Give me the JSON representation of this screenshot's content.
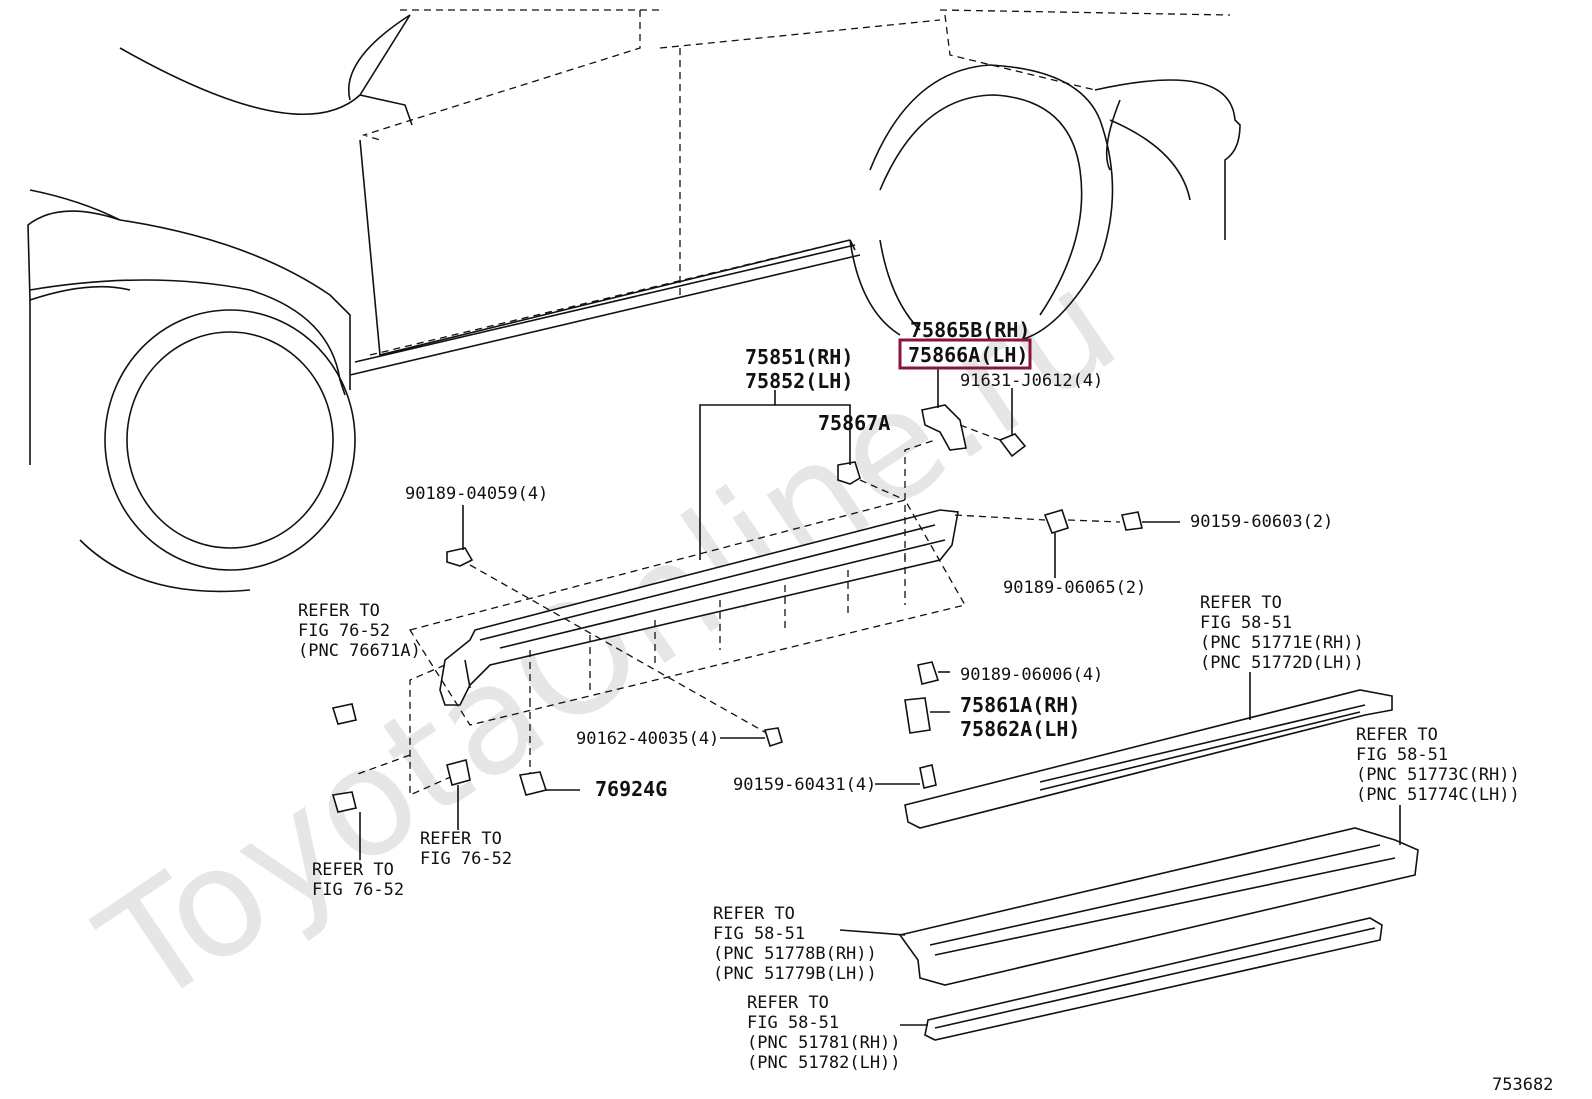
{
  "watermark": "ToyotaOnline.ru",
  "figure_number": "753682",
  "highlight_color": "#8a1538",
  "labels": {
    "p75865B": "75865B(RH)",
    "p75866A": "75866A(LH)",
    "p91631": "91631-J0612(4)",
    "p75851": "75851(RH)",
    "p75852": "75852(LH)",
    "p75867A": "75867A",
    "p90189_04059": "90189-04059(4)",
    "p90159_60603": "90159-60603(2)",
    "p90189_06065": "90189-06065(2)",
    "ref_76_52_a": [
      "REFER TO",
      "FIG 76-52",
      "(PNC 76671A)"
    ],
    "ref_58_51_a": [
      "REFER TO",
      "FIG 58-51",
      "(PNC 51771E(RH))",
      "(PNC 51772D(LH))"
    ],
    "p90189_06006": "90189-06006(4)",
    "p75861A": "75861A(RH)",
    "p75862A": "75862A(LH)",
    "p90162_40035": "90162-40035(4)",
    "ref_58_51_b": [
      "REFER TO",
      "FIG 58-51",
      "(PNC 51773C(RH))",
      "(PNC 51774C(LH))"
    ],
    "p90159_60431": "90159-60431(4)",
    "p76924G": "76924G",
    "ref_76_52_b": [
      "REFER TO",
      "FIG 76-52"
    ],
    "ref_76_52_c": [
      "REFER TO",
      "FIG 76-52"
    ],
    "ref_58_51_c": [
      "REFER TO",
      "FIG 58-51",
      "(PNC 51778B(RH))",
      "(PNC 51779B(LH))"
    ],
    "ref_58_51_d": [
      "REFER TO",
      "FIG 58-51",
      "(PNC 51781(RH))",
      "(PNC 51782(LH))"
    ]
  }
}
